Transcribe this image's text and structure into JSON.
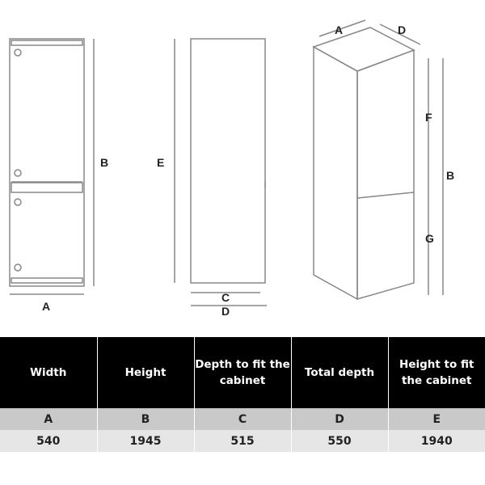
{
  "diagram": {
    "labels": {
      "front_width": "A",
      "front_height": "B",
      "side_height": "E",
      "side_depth_fit": "C",
      "side_total_depth": "D",
      "iso_width": "A",
      "iso_depth": "D",
      "iso_upper": "F",
      "iso_height": "B",
      "iso_lower": "G"
    }
  },
  "table": {
    "headers": [
      "Width",
      "Height",
      "Depth to fit the cabinet",
      "Total depth",
      "Height to fit the cabinet"
    ],
    "letters": [
      "A",
      "B",
      "C",
      "D",
      "E"
    ],
    "values": [
      "540",
      "1945",
      "515",
      "550",
      "1940"
    ]
  }
}
